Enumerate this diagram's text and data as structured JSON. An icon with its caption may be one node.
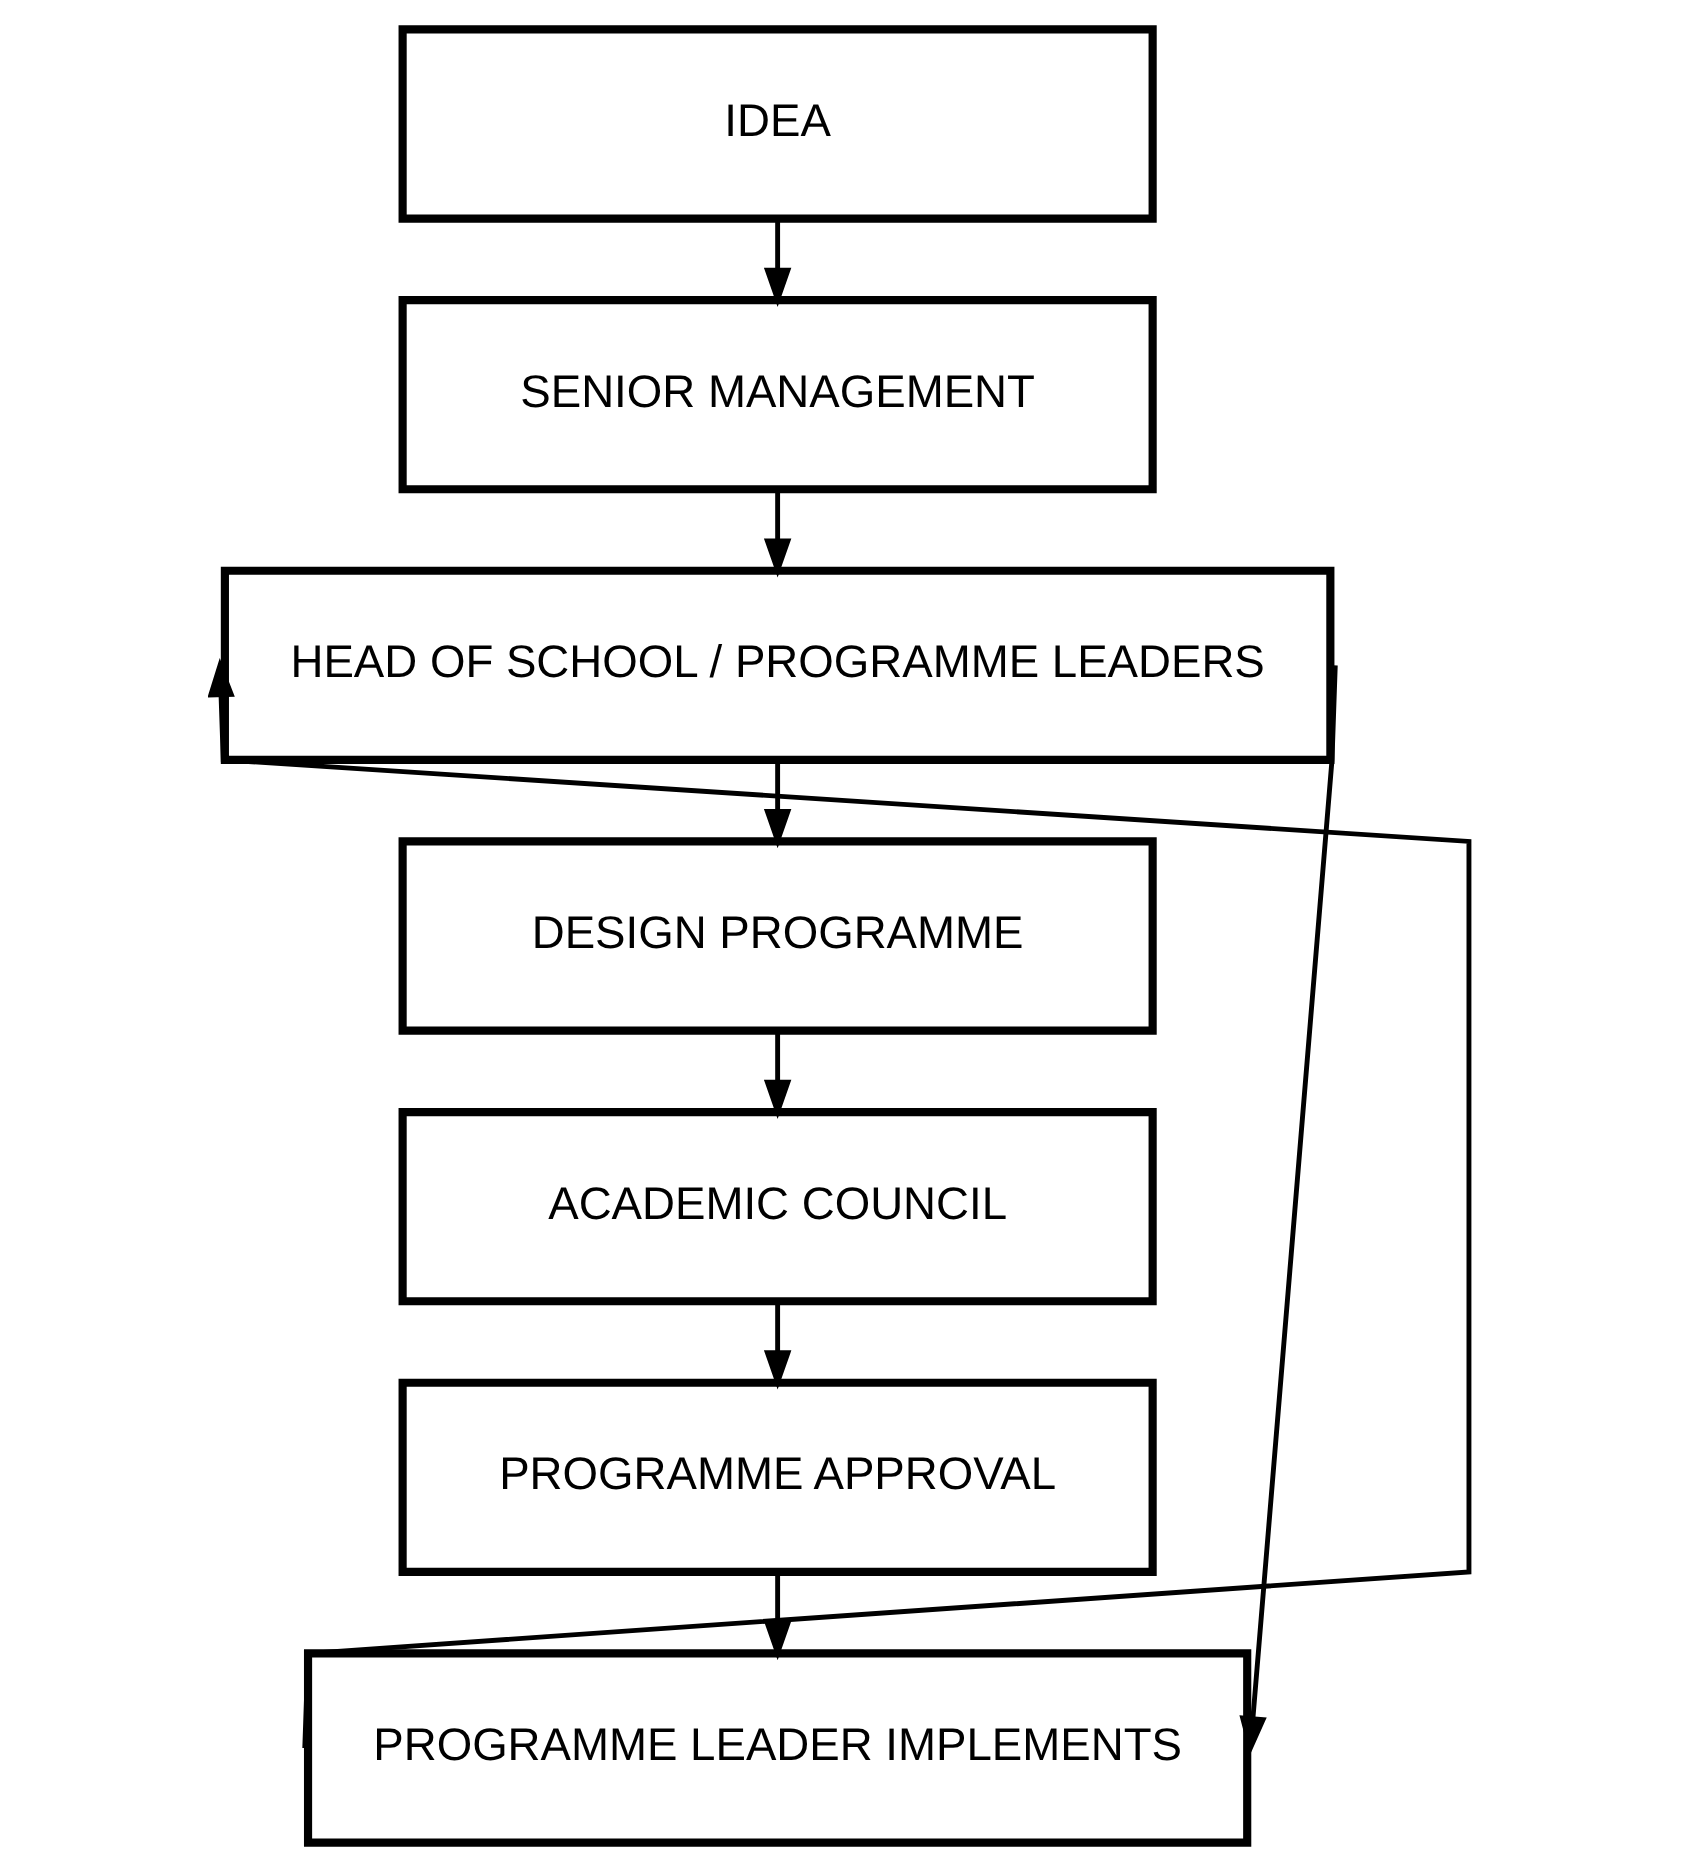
{
  "diagram": {
    "nodes": [
      {
        "text": [
          "IDEA"
        ]
      },
      {
        "text": [
          "SENIOR MANAGEMENT"
        ]
      },
      {
        "text": [
          "HEAD OF SCHOOL / PROGRAMME LEADERS"
        ]
      },
      {
        "text": [
          "DESIGN PROGRAMME"
        ]
      },
      {
        "text": [
          "ACADEMIC COUNCIL"
        ]
      },
      {
        "text": [
          "PROGRAMME APPROVAL"
        ]
      },
      {
        "text": [
          "PROGRAMME LEADER IMPLEMENTS"
        ]
      }
    ],
    "edges": [
      {
        "from": 0,
        "to": 1,
        "arrow": "to"
      },
      {
        "from": 1,
        "to": 2,
        "arrow": "to"
      },
      {
        "from": 2,
        "to": 3,
        "arrow": "to"
      },
      {
        "from": 3,
        "to": 4,
        "arrow": "to"
      },
      {
        "from": 4,
        "to": 5,
        "arrow": "to"
      },
      {
        "from": 5,
        "to": 6,
        "arrow": "to"
      },
      {
        "from": 6,
        "to": 2,
        "arrow": "to"
      },
      {
        "from": 2,
        "to": 6,
        "arrow": "to"
      }
    ]
  }
}
